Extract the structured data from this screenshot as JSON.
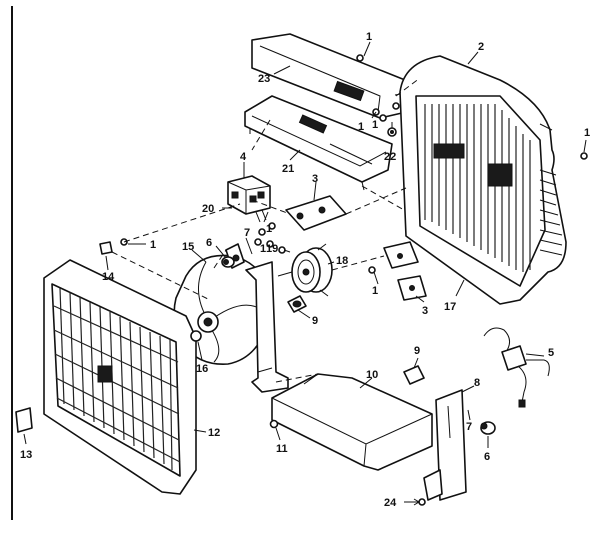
{
  "callouts": [
    {
      "id": "c1a",
      "text": "1"
    },
    {
      "id": "c2",
      "text": "2"
    },
    {
      "id": "c23",
      "text": "23"
    },
    {
      "id": "c1b",
      "text": "1"
    },
    {
      "id": "c1c",
      "text": "1"
    },
    {
      "id": "c22",
      "text": "22"
    },
    {
      "id": "c1d",
      "text": "1"
    },
    {
      "id": "c4",
      "text": "4"
    },
    {
      "id": "c21",
      "text": "21"
    },
    {
      "id": "c3a",
      "text": "3"
    },
    {
      "id": "c20",
      "text": "20"
    },
    {
      "id": "c1e",
      "text": "1"
    },
    {
      "id": "c7a",
      "text": "7"
    },
    {
      "id": "c6a",
      "text": "6"
    },
    {
      "id": "c15",
      "text": "15"
    },
    {
      "id": "c1f",
      "text": "1"
    },
    {
      "id": "c19",
      "text": "19"
    },
    {
      "id": "c18",
      "text": "18"
    },
    {
      "id": "c1g",
      "text": "1"
    },
    {
      "id": "c14",
      "text": "14"
    },
    {
      "id": "c1h",
      "text": "1"
    },
    {
      "id": "c3b",
      "text": "3"
    },
    {
      "id": "c17",
      "text": "17"
    },
    {
      "id": "c9a",
      "text": "9"
    },
    {
      "id": "c16",
      "text": "16"
    },
    {
      "id": "c5",
      "text": "5"
    },
    {
      "id": "c9b",
      "text": "9"
    },
    {
      "id": "c10",
      "text": "10"
    },
    {
      "id": "c8",
      "text": "8"
    },
    {
      "id": "c11",
      "text": "11"
    },
    {
      "id": "c7b",
      "text": "7"
    },
    {
      "id": "c6b",
      "text": "6"
    },
    {
      "id": "c12",
      "text": "12"
    },
    {
      "id": "c13",
      "text": "13"
    },
    {
      "id": "c24",
      "text": "24"
    }
  ]
}
